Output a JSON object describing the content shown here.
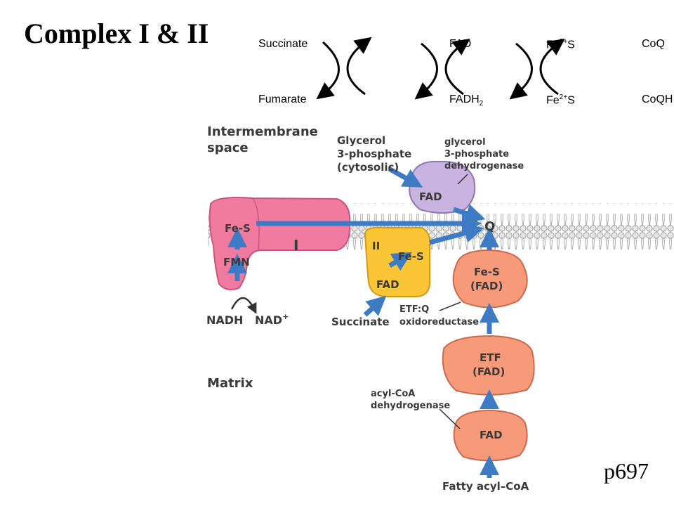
{
  "title": "Complex I & II",
  "page_ref": "p697",
  "reactions": {
    "succinate": "Succinate",
    "fumarate": "Fumarate",
    "fad": "FAD",
    "fadh2_base": "FADH",
    "fadh2_sub": "2",
    "fe3s_base": "Fe",
    "fe3s_sup": "3+",
    "fe3s_tail": "S",
    "fe2s_base": "Fe",
    "fe2s_sup": "2+",
    "fe2s_tail": "S",
    "coq": "CoQ",
    "coqh2": "CoQH"
  },
  "diagram": {
    "intermembrane_space_line1": "Intermembrane",
    "intermembrane_space_line2": "space",
    "matrix": "Matrix",
    "glycerol_line1": "Glycerol",
    "glycerol_line2": "3-phosphate",
    "glycerol_line3": "(cytosolic)",
    "g3pdh_line1": "glycerol",
    "g3pdh_line2": "3-phosphate",
    "g3pdh_line3": "dehydrogenase",
    "fad_g3p": "FAD",
    "q": "Q",
    "complex1_fes": "Fe-S",
    "complex1_label": "I",
    "complex1_fmn": "FMN",
    "nadh": "NADH",
    "nad_base": "NAD",
    "nad_sup": "+",
    "complex2_label": "II",
    "complex2_fes": "Fe-S",
    "complex2_fad": "FAD",
    "succinate": "Succinate",
    "etfq_fes": "Fe-S",
    "etfq_fad": "(FAD)",
    "etfq_line1": "ETF:Q",
    "etfq_line2": "oxidoreductase",
    "etf": "ETF",
    "etf_fad": "(FAD)",
    "acyl_dh_line1": "acyl-CoA",
    "acyl_dh_line2": "dehydrogenase",
    "acyl_fad": "FAD",
    "fatty_acyl_coa": "Fatty acyl–CoA"
  },
  "colors": {
    "complex1": "#f07aa0",
    "complex2": "#fbc636",
    "g3pdh": "#c9b3e0",
    "etf": "#f79a7a",
    "arrow": "#4a86c8",
    "membrane": "#cfcfcf"
  }
}
